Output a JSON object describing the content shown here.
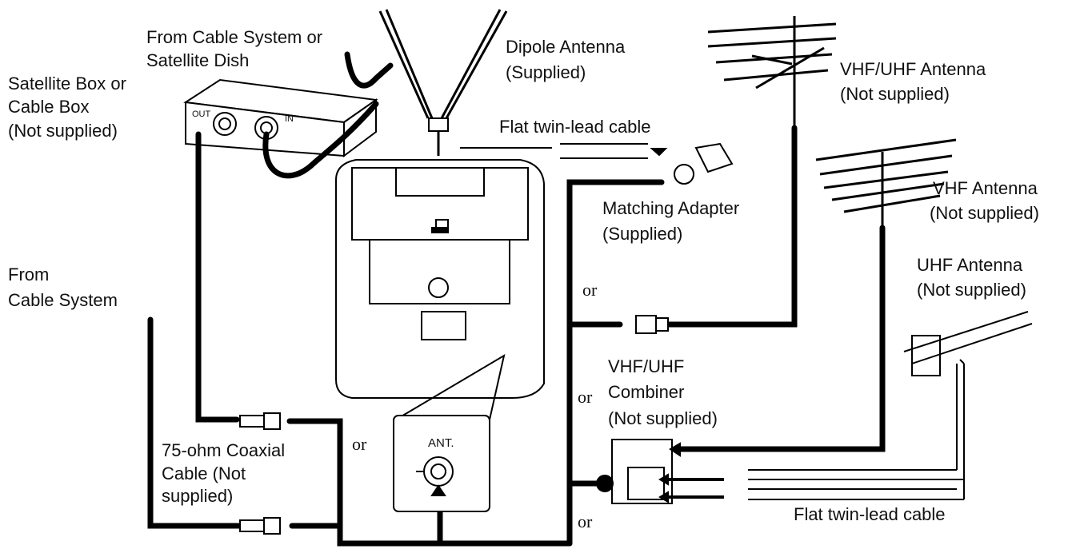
{
  "labels": {
    "from_cable_or_dish_1": "From Cable System or",
    "from_cable_or_dish_2": "Satellite Dish",
    "sat_box_1": "Satellite Box or",
    "sat_box_2": "Cable Box",
    "sat_box_3": "(Not supplied)",
    "dipole_1": "Dipole Antenna",
    "dipole_2": "(Supplied)",
    "vhfuhf_ant_1": "VHF/UHF Antenna",
    "vhfuhf_ant_2": "(Not supplied)",
    "flat_top": "Flat twin-lead cable",
    "vhf_ant_1": "VHF Antenna",
    "vhf_ant_2": "(Not supplied)",
    "matching_1": "Matching Adapter",
    "matching_2": "(Supplied)",
    "from_cable_1": "From",
    "from_cable_2": "Cable System",
    "uhf_ant_1": "UHF Antenna",
    "uhf_ant_2": "(Not supplied)",
    "combiner_1": "VHF/UHF",
    "combiner_2": "Combiner",
    "combiner_3": "(Not supplied)",
    "coax_1": "75-ohm Coaxial",
    "coax_2": "Cable (Not",
    "coax_3": "supplied)",
    "flat_bottom": "Flat twin-lead cable",
    "or": "or",
    "box_out": "OUT",
    "box_in": "IN",
    "ant_terminal": "ANT."
  }
}
